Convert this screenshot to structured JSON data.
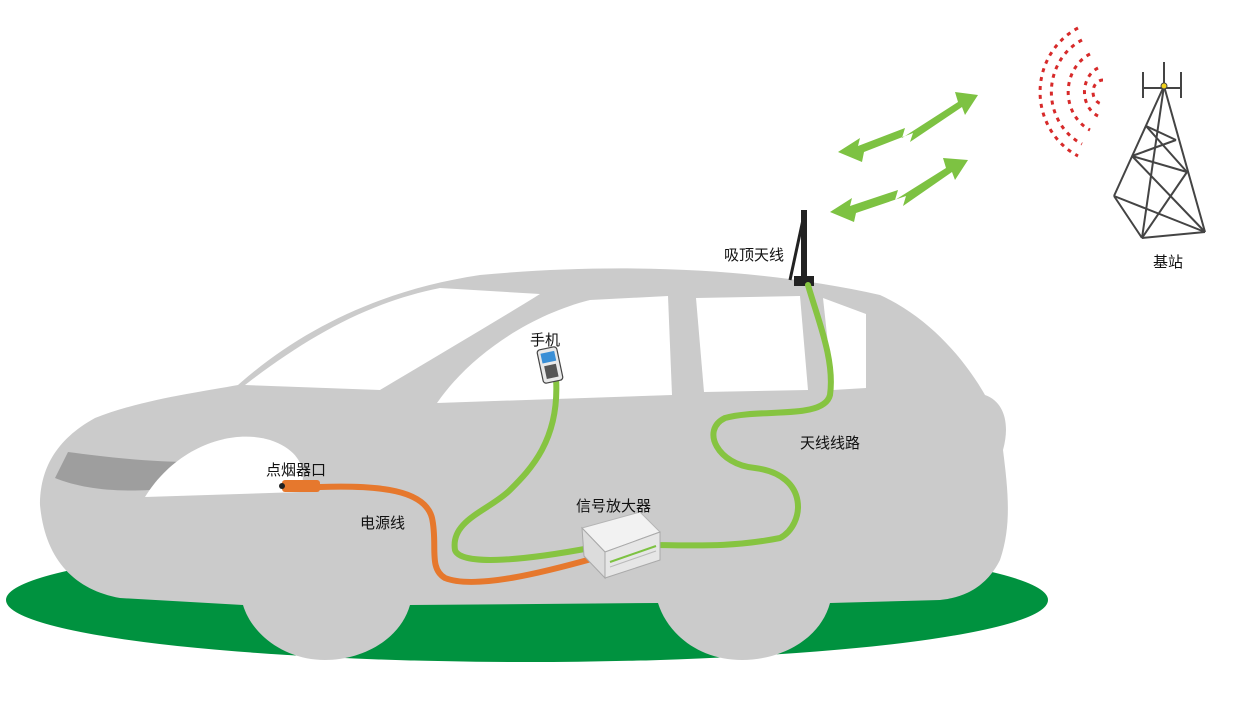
{
  "labels": {
    "roof_antenna": "吸顶天线",
    "base_station": "基站",
    "phone": "手机",
    "antenna_line": "天线线路",
    "cigarette_lighter": "点烟器口",
    "power_line": "电源线",
    "amplifier": "信号放大器"
  },
  "colors": {
    "car_body": "#cbcbcb",
    "ground": "#00923f",
    "green_cable": "#86c441",
    "orange_cable": "#e6782d",
    "signal_arrow": "#7dc242",
    "signal_wave": "#d72a2a",
    "tower": "#444444"
  }
}
